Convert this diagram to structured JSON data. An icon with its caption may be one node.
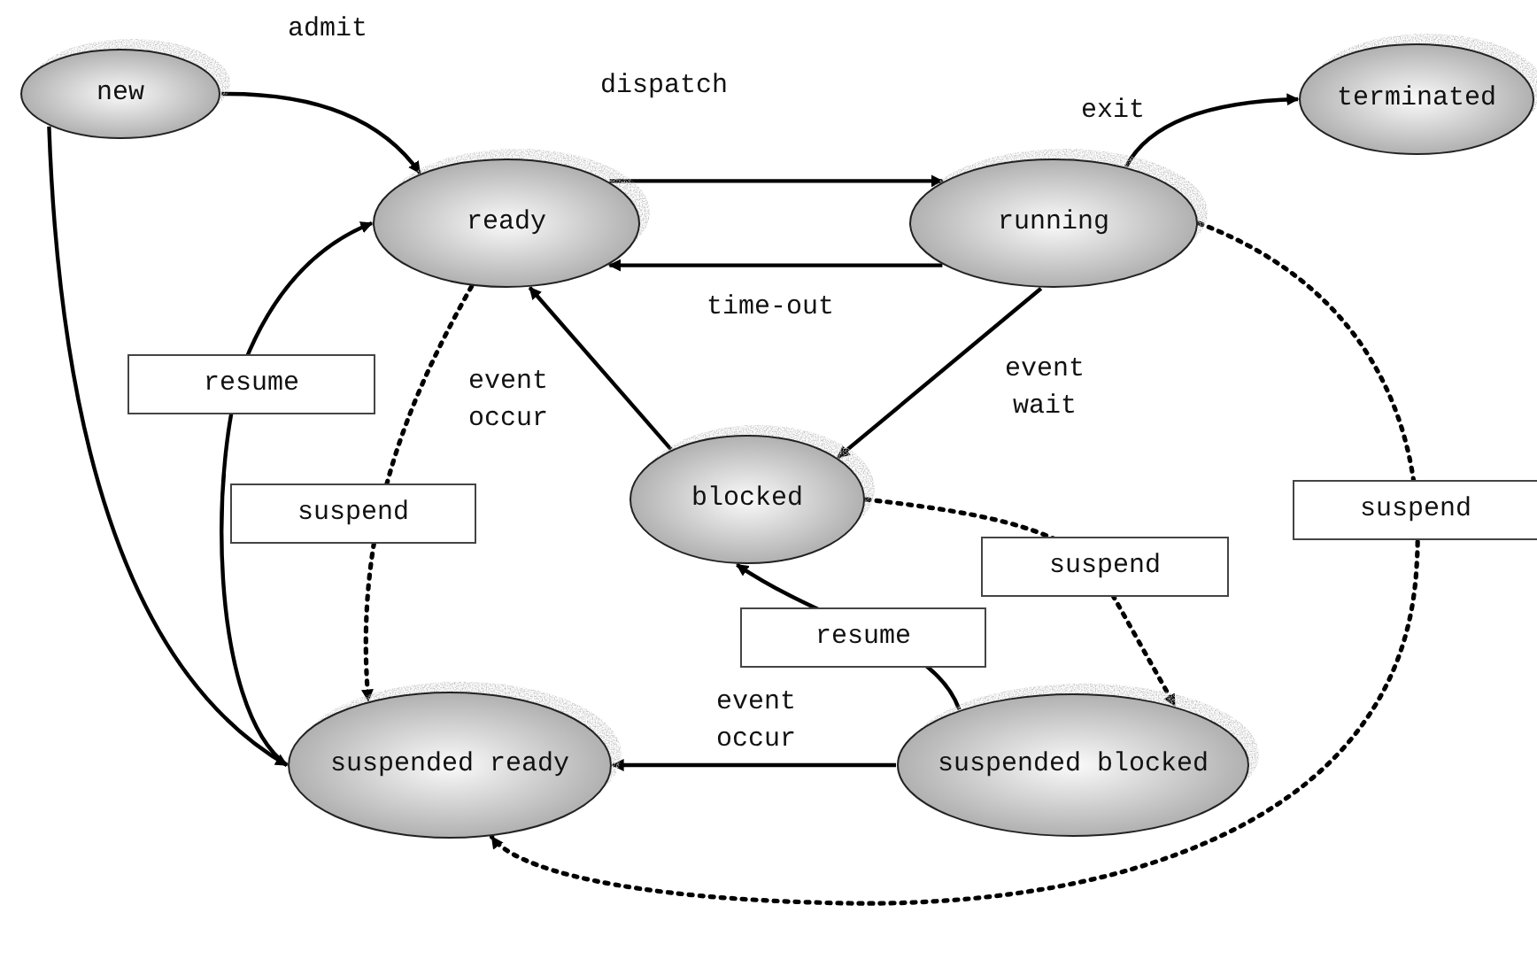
{
  "diagram": {
    "nodes": [
      {
        "text": [
          "new"
        ]
      },
      {
        "text": [
          "ready"
        ]
      },
      {
        "text": [
          "running"
        ]
      },
      {
        "text": [
          "terminated"
        ]
      },
      {
        "text": [
          "blocked"
        ]
      },
      {
        "text": [
          "suspended ready"
        ]
      },
      {
        "text": [
          "suspended blocked"
        ]
      }
    ],
    "edges": [
      {
        "from": 0,
        "to": 1,
        "arrow": "to",
        "label": "admit"
      },
      {
        "from": 0,
        "to": 5,
        "arrow": "to"
      },
      {
        "from": 1,
        "to": 2,
        "arrow": "to",
        "label": "dispatch"
      },
      {
        "from": 2,
        "to": 1,
        "arrow": "to",
        "label": "time-out"
      },
      {
        "from": 2,
        "to": 3,
        "arrow": "to",
        "label": "exit"
      },
      {
        "from": 2,
        "to": 4,
        "arrow": "to",
        "label": "event wait"
      },
      {
        "from": 4,
        "to": 1,
        "arrow": "to",
        "label": "event occur"
      },
      {
        "from": 5,
        "to": 1,
        "arrow": "to",
        "label": "resume"
      },
      {
        "from": 1,
        "to": 5,
        "arrow": "to",
        "label": "suspend",
        "style": "dashed"
      },
      {
        "from": 2,
        "to": 5,
        "arrow": "to",
        "label": "suspend",
        "style": "dashed"
      },
      {
        "from": 4,
        "to": 6,
        "arrow": "to",
        "label": "suspend",
        "style": "dashed"
      },
      {
        "from": 6,
        "to": 4,
        "arrow": "to",
        "label": "resume"
      },
      {
        "from": 6,
        "to": 5,
        "arrow": "to",
        "label": "event occur"
      }
    ]
  }
}
